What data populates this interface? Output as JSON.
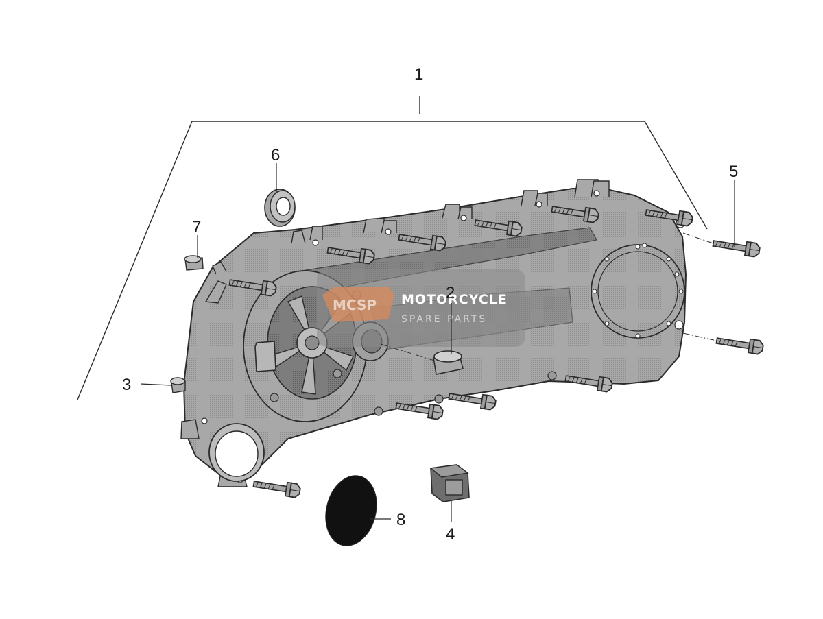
{
  "callouts": {
    "c1": "1",
    "c2": "2",
    "c3": "3",
    "c4": "4",
    "c5": "5",
    "c6": "6",
    "c7": "7",
    "c8": "8"
  },
  "watermark": {
    "line1": "MOTORCYCLE",
    "line2": "SPARE PARTS"
  },
  "colors": {
    "part_fill": "#a4a4a4",
    "part_dark": "#6e6e6e",
    "outline": "#2b2b2b",
    "watermark_box": "#8a8a8a",
    "watermark_logo": "#d9895a",
    "plug": "#111111"
  }
}
